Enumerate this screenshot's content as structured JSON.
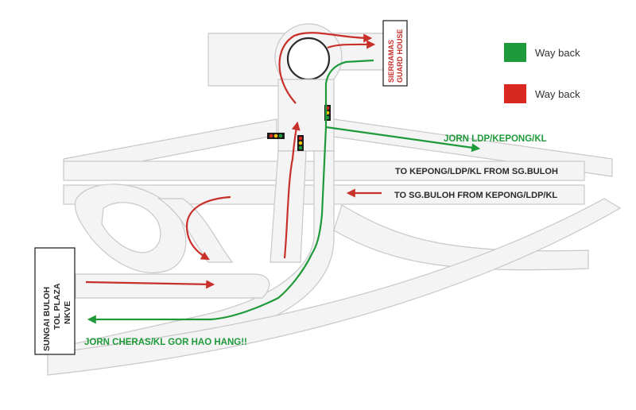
{
  "legend": [
    {
      "label": "Way back",
      "color": "#1f9a3a"
    },
    {
      "label": "Way back",
      "color": "#d8281f"
    }
  ],
  "labels": {
    "guard_house_line1": "SIERRAMAS",
    "guard_house_line2": "GUARD HOUSE",
    "to_kepong": "TO KEPONG/LDP/KL FROM SG.BULOH",
    "to_sgbuloh": "TO SG.BULOH FROM KEPONG/LDP/KL",
    "jorn_ldp": "JORN LDP/KEPONG/KL",
    "jorn_cheras": "JORN CHERAS/KL GOR HAO HANG!!",
    "toll_line1": "SUNGAI BULOH",
    "toll_line2": "TOL PLAZA",
    "toll_line3": "NKVE"
  },
  "colors": {
    "green_route": "#1f9a3a",
    "red_route": "#c8302a",
    "road_fill": "#f4f4f4",
    "road_edge": "#c8c8c8"
  },
  "icons": [
    "traffic-light-icon",
    "roundabout-icon",
    "arrow-icon"
  ]
}
